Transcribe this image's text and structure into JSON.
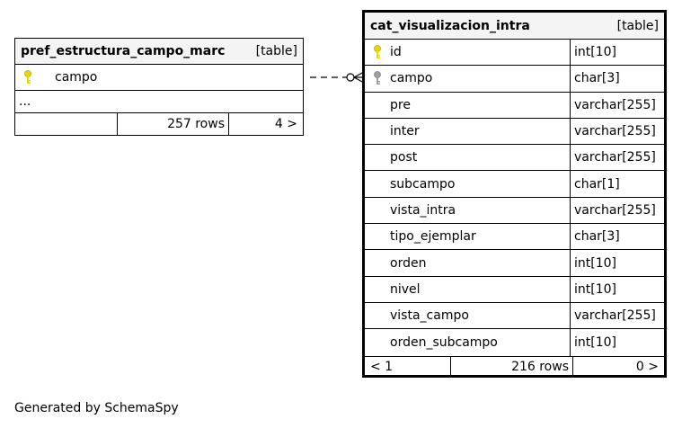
{
  "left_table": {
    "name": "pref_estructura_campo_marc",
    "kind": "[table]",
    "columns": [
      {
        "name": "campo",
        "key": "primary-key-icon"
      }
    ],
    "ellipsis": "...",
    "footer": {
      "left": "",
      "rows": "257 rows",
      "right": "4 >"
    }
  },
  "right_table": {
    "name": "cat_visualizacion_intra",
    "kind": "[table]",
    "columns": [
      {
        "name": "id",
        "type": "int[10]",
        "key": "primary-key-icon"
      },
      {
        "name": "campo",
        "type": "char[3]",
        "key": "foreign-key-icon"
      },
      {
        "name": "pre",
        "type": "varchar[255]"
      },
      {
        "name": "inter",
        "type": "varchar[255]"
      },
      {
        "name": "post",
        "type": "varchar[255]"
      },
      {
        "name": "subcampo",
        "type": "char[1]"
      },
      {
        "name": "vista_intra",
        "type": "varchar[255]"
      },
      {
        "name": "tipo_ejemplar",
        "type": "char[3]"
      },
      {
        "name": "orden",
        "type": "int[10]"
      },
      {
        "name": "nivel",
        "type": "int[10]"
      },
      {
        "name": "vista_campo",
        "type": "varchar[255]"
      },
      {
        "name": "orden_subcampo",
        "type": "int[10]"
      }
    ],
    "footer": {
      "left": "< 1",
      "rows": "216 rows",
      "right": "0 >"
    }
  },
  "colors": {
    "primary_key": "#e8d800",
    "foreign_key": "#a0a0a0",
    "header_bg": "#f4f4f4"
  },
  "caption": "Generated by SchemaSpy"
}
